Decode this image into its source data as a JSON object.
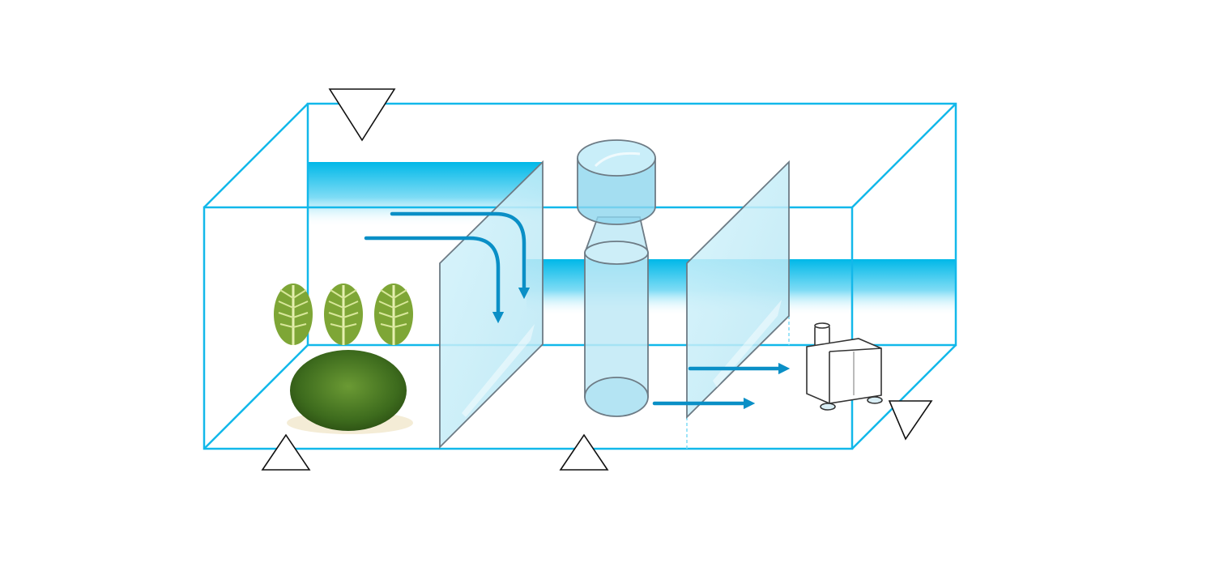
{
  "diagram": {
    "description_visible_text": "",
    "colors": {
      "background": "#ffffff",
      "tank_edge": "#12b8ea",
      "water_top": "#00b8e8",
      "water_fade": "#ffffff",
      "flow_arrow": "#0a8fc6",
      "glass_fill": "#c9eef8",
      "glass_edge": "#6d7b85",
      "plant_green": "#6e9a2a",
      "moss_green": "#3f6e1f",
      "marker_stroke": "#111111"
    },
    "markers": [
      {
        "name": "inlet-marker",
        "direction": "down"
      },
      {
        "name": "refugium-floor-marker",
        "direction": "up"
      },
      {
        "name": "skimmer-floor-marker",
        "direction": "up"
      },
      {
        "name": "return-marker",
        "direction": "down"
      }
    ],
    "components": [
      "tank-outline",
      "water-band-left",
      "water-band-right",
      "macroalgae-plants",
      "live-rock-moss",
      "baffle-glass-1",
      "protein-skimmer",
      "baffle-glass-2",
      "return-pump",
      "flow-arrows"
    ]
  }
}
